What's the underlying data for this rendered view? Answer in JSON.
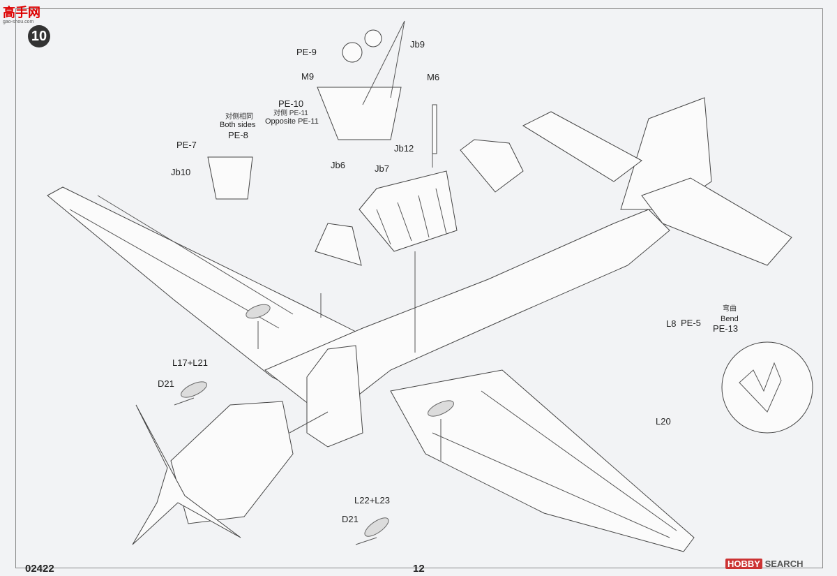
{
  "site_logo": {
    "text": "高手网",
    "sub": "gao-shou.com"
  },
  "step_number": "10",
  "labels": {
    "pe9": "PE-9",
    "jb9": "Jb9",
    "m9": "M9",
    "m6": "M6",
    "pe10": "PE-10",
    "pe11_cn": "对侧 PE-11",
    "pe11_en": "Opposite PE-11",
    "jb6": "Jb6",
    "both_cn": "对侧相同",
    "both_en": "Both sides",
    "pe8": "PE-8",
    "pe7": "PE-7",
    "jb10": "Jb10",
    "jb12": "Jb12",
    "jb7": "Jb7",
    "bend_cn": "弯曲",
    "bend_en": "Bend",
    "l8": "L8",
    "pe5": "PE-5",
    "pe13": "PE-13",
    "l20": "L20",
    "l17l21": "L17+L21",
    "d21a": "D21",
    "l22l23": "L22+L23",
    "d21b": "D21"
  },
  "footer": {
    "code": "02422",
    "page": "12"
  },
  "watermark": {
    "brand": "HOBBY",
    "text": "SEARCH"
  }
}
